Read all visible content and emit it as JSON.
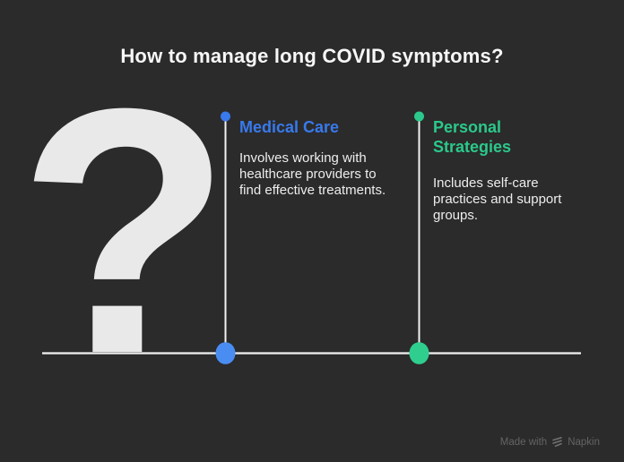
{
  "title": "How to manage long COVID symptoms?",
  "question_mark": "?",
  "branches": {
    "medical": {
      "heading": "Medical Care",
      "body": "Involves working with healthcare providers to find effective treatments.",
      "accent_color": "#3879ec",
      "dot_color": "#4a8df2"
    },
    "personal": {
      "heading": "Personal Strategies",
      "body": "Includes self-care practices and support groups.",
      "accent_color": "#2bc98b",
      "dot_color": "#2fce8e"
    }
  },
  "watermark": {
    "prefix": "Made with",
    "brand": "Napkin",
    "logo_icon": "napkin-logo-icon"
  },
  "colors": {
    "background": "#2b2b2b",
    "title_text": "#f7f7f7",
    "body_text": "#ededed",
    "question_mark": "#e9e9e9",
    "line": "#f2f2f2",
    "watermark_text": "#646464",
    "watermark_icon": "#707070"
  }
}
